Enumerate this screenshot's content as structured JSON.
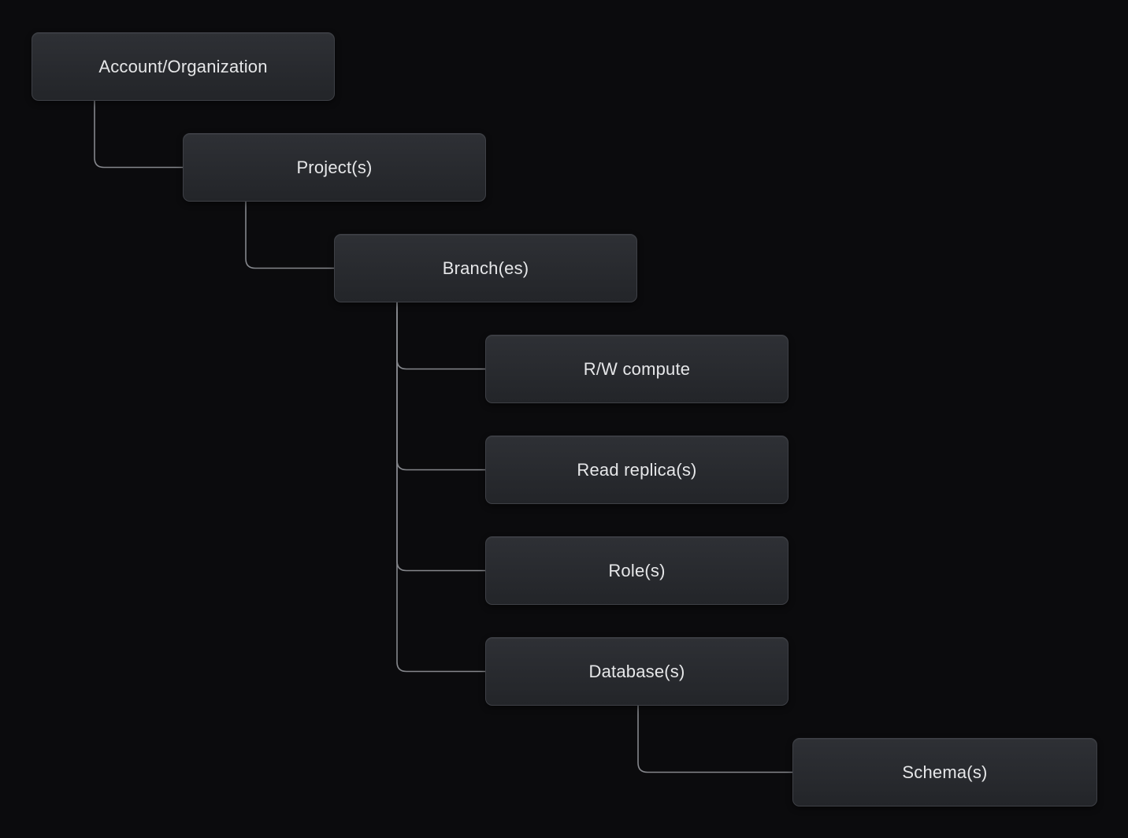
{
  "diagram": {
    "background_color": "#0b0b0d",
    "connector_color": "#85878c",
    "node_colors": {
      "fill_top": "#2e3035",
      "fill_bottom": "#232529",
      "border": "#3e4046",
      "text": "#e6e7e9"
    },
    "nodes": [
      {
        "id": "account-organization",
        "label": "Account/Organization"
      },
      {
        "id": "projects",
        "label": "Project(s)"
      },
      {
        "id": "branches",
        "label": "Branch(es)"
      },
      {
        "id": "rw-compute",
        "label": "R/W compute"
      },
      {
        "id": "read-replicas",
        "label": "Read replica(s)"
      },
      {
        "id": "roles",
        "label": "Role(s)"
      },
      {
        "id": "databases",
        "label": "Database(s)"
      },
      {
        "id": "schemas",
        "label": "Schema(s)"
      }
    ],
    "edges": [
      {
        "from": "account-organization",
        "to": "projects"
      },
      {
        "from": "projects",
        "to": "branches"
      },
      {
        "from": "branches",
        "to": "rw-compute"
      },
      {
        "from": "branches",
        "to": "read-replicas"
      },
      {
        "from": "branches",
        "to": "roles"
      },
      {
        "from": "branches",
        "to": "databases"
      },
      {
        "from": "databases",
        "to": "schemas"
      }
    ]
  }
}
